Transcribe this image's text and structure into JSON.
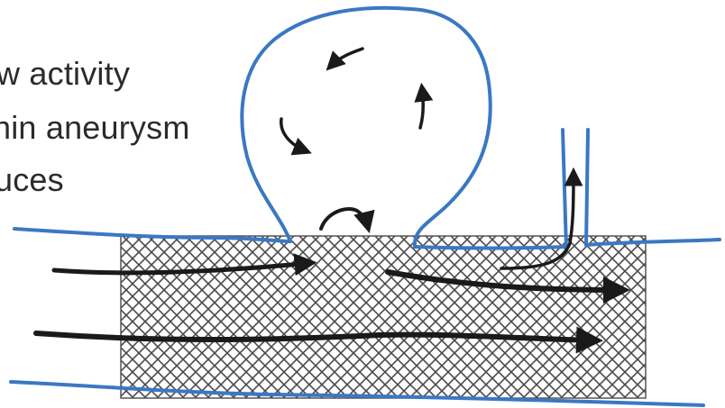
{
  "caption": {
    "lines": [
      "w activity",
      "hin aneurysm",
      "uces"
    ]
  },
  "colors": {
    "vessel_wall": "#3a78c2",
    "flow_arrow": "#1a1a1a",
    "mesh_line": "#4a4a4a",
    "background": "#ffffff"
  },
  "icons": {
    "flow": "arrow",
    "stent": "crosshatch-mesh"
  }
}
